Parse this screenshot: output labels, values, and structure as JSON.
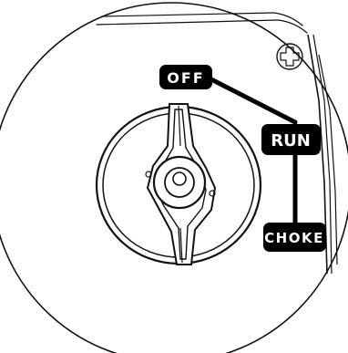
{
  "diagram": {
    "labels": {
      "off": "OFF",
      "run": "RUN",
      "choke": "CHOKE"
    },
    "icons": {
      "screw": "phillips-screw-icon"
    },
    "colors": {
      "stroke": "#111111",
      "label_bg": "#000000",
      "label_text": "#ffffff",
      "background": "#ffffff"
    }
  }
}
